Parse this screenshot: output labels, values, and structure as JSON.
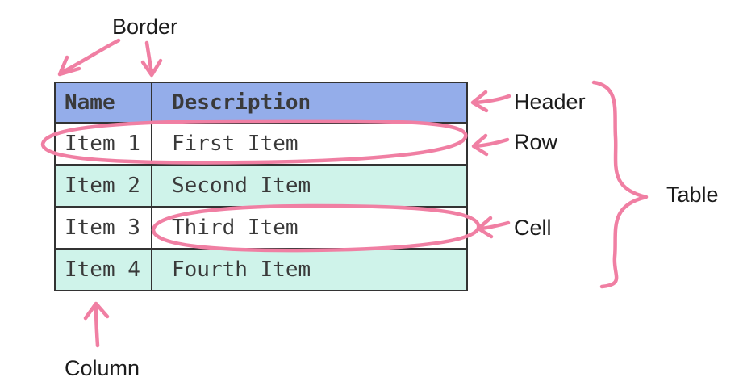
{
  "colors": {
    "header_bg": "#94ADEA",
    "row_alt_bg": "#CFF3EA",
    "row_bg": "#FFFFFF",
    "border": "#333333",
    "table_text": "#3A3A3A",
    "label_text": "#1C1C1C",
    "annotation": "#F07FA3",
    "canvas_bg": "#FFFFFF"
  },
  "table": {
    "columns": [
      "Name",
      "Description"
    ],
    "rows": [
      {
        "name": "Item 1",
        "description": "First Item"
      },
      {
        "name": "Item 2",
        "description": "Second Item"
      },
      {
        "name": "Item 3",
        "description": "Third Item"
      },
      {
        "name": "Item 4",
        "description": "Fourth Item"
      }
    ]
  },
  "annotations": {
    "border_label": "Border",
    "header_label": "Header",
    "row_label": "Row",
    "cell_label": "Cell",
    "table_label": "Table",
    "column_label": "Column"
  }
}
